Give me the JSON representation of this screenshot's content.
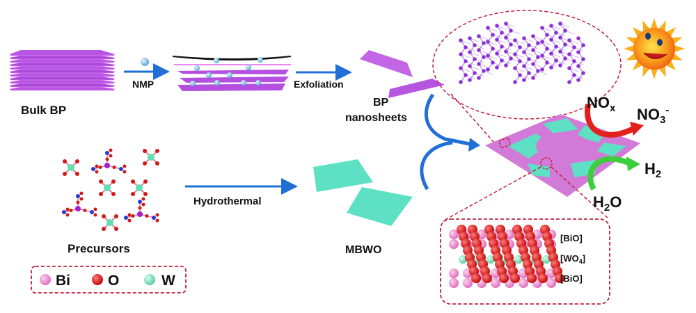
{
  "colors": {
    "bp_purple": "#b44fe0",
    "bp_pink_edge": "#e88af0",
    "mbwo_teal": "#5ee0c4",
    "arrow_blue": "#1f6fd6",
    "dash_red": "#c0203a",
    "bi_pink": "#f08ccc",
    "o_red": "#e01a1a",
    "w_teal": "#7fe0b0",
    "nox_red": "#e2201c",
    "h2o_green": "#3ccf3c",
    "sun_orange": "#f7871c"
  },
  "labels": {
    "bulk_bp": "Bulk BP",
    "nmp": "NMP",
    "exfoliation": "Exfoliation",
    "bp": "BP",
    "nanosheets": "nanosheets",
    "precursors": "Precursors",
    "hydrothermal": "Hydrothermal",
    "mbwo": "MBWO",
    "nox_main": "NO",
    "nox_sub": "x",
    "no3_main": "NO",
    "no3_sub": "3",
    "no3_sup": "-",
    "h2_main": "H",
    "h2_sub": "2",
    "h2o_h": "H",
    "h2o_sub": "2",
    "h2o_o": "O",
    "layer_bio_top": "[BiO]",
    "layer_wo4_main": "[WO",
    "layer_wo4_sub": "4",
    "layer_wo4_close": "]",
    "layer_bio_bottom": "[BiO]"
  },
  "legend": [
    {
      "element": "Bi",
      "color": "#f08ccc"
    },
    {
      "element": "O",
      "color": "#e01a1a"
    },
    {
      "element": "W",
      "color": "#7fe0b0"
    }
  ]
}
